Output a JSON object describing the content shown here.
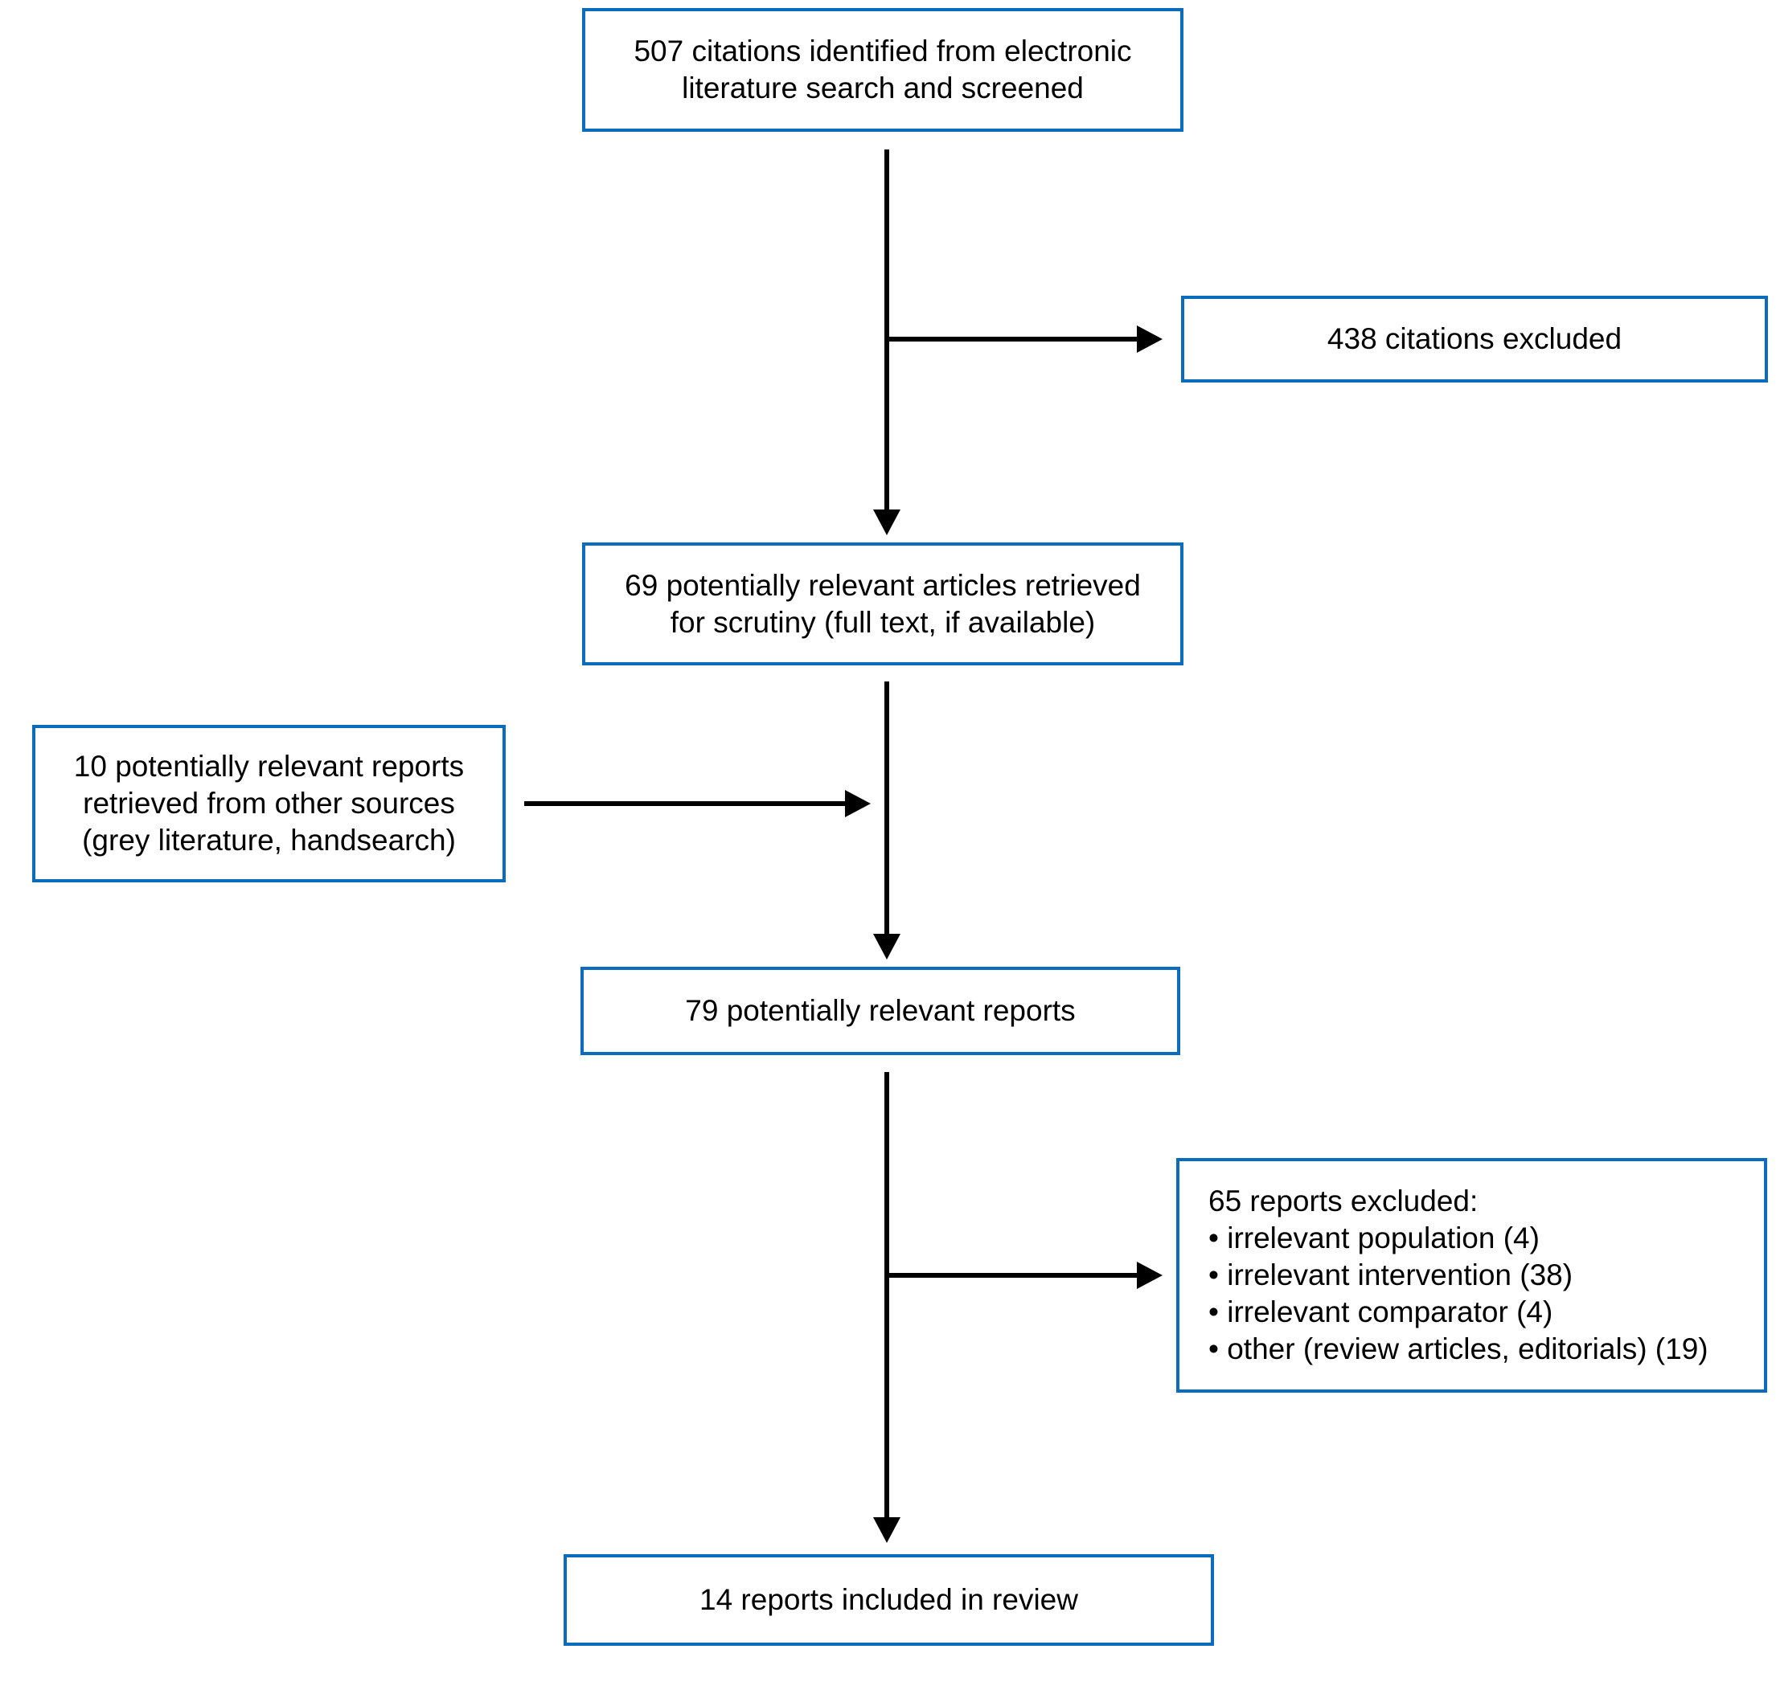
{
  "colors": {
    "box_border": "#0b6cbe",
    "box_fill": "#ffffff",
    "arrow": "#000000",
    "text": "#000000",
    "background": "#ffffff"
  },
  "flowchart": {
    "boxes": {
      "identified": {
        "lines": [
          "507 citations identified from electronic",
          "literature search and screened"
        ]
      },
      "excluded_citations": {
        "label": "438 citations excluded"
      },
      "retrieved": {
        "lines": [
          "69 potentially relevant articles retrieved",
          "for scrutiny (full text, if available)"
        ]
      },
      "other_sources": {
        "lines": [
          "10 potentially relevant reports",
          "retrieved from other sources",
          "(grey literature, handsearch)"
        ]
      },
      "potentially_relevant": {
        "label": "79 potentially relevant reports"
      },
      "excluded_reports": {
        "title": "65 reports excluded:",
        "items": [
          "• irrelevant population (4)",
          "• irrelevant intervention (38)",
          "• irrelevant comparator (4)",
          "• other (review articles, editorials) (19)"
        ]
      },
      "included": {
        "label": "14 reports included in review"
      }
    }
  }
}
